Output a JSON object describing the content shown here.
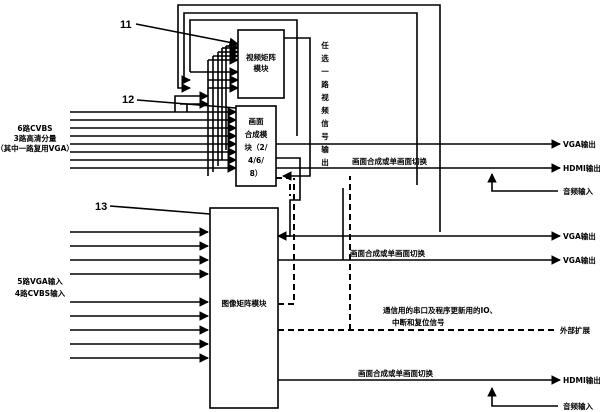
{
  "refs": {
    "r11": "11",
    "r12": "12",
    "r13": "13"
  },
  "blocks": {
    "video_matrix": [
      "视频矩阵",
      "模块"
    ],
    "composite": [
      "画面",
      "合成模",
      "块（2/",
      "4/6/",
      "8）"
    ],
    "image_matrix": "图像矩阵模块"
  },
  "vertical_label": [
    "任",
    "选",
    "一",
    "路",
    "视",
    "频",
    "信",
    "号",
    "输",
    "出"
  ],
  "inputs_top": [
    "6路CVBS",
    "3路高清分量",
    "（其中一路复用VGA）"
  ],
  "inputs_bottom": [
    "5路VGA输入",
    "4路CVBS输入"
  ],
  "switch_label": "画面合成或单画面切换",
  "outputs": {
    "vga": "VGA输出",
    "hdmi": "HDMI输出",
    "audio": "音频输入",
    "ext": "外部扩展"
  },
  "comm_label": [
    "通信用的串口及程序更新用的IO、",
    "中断和复位信号"
  ]
}
